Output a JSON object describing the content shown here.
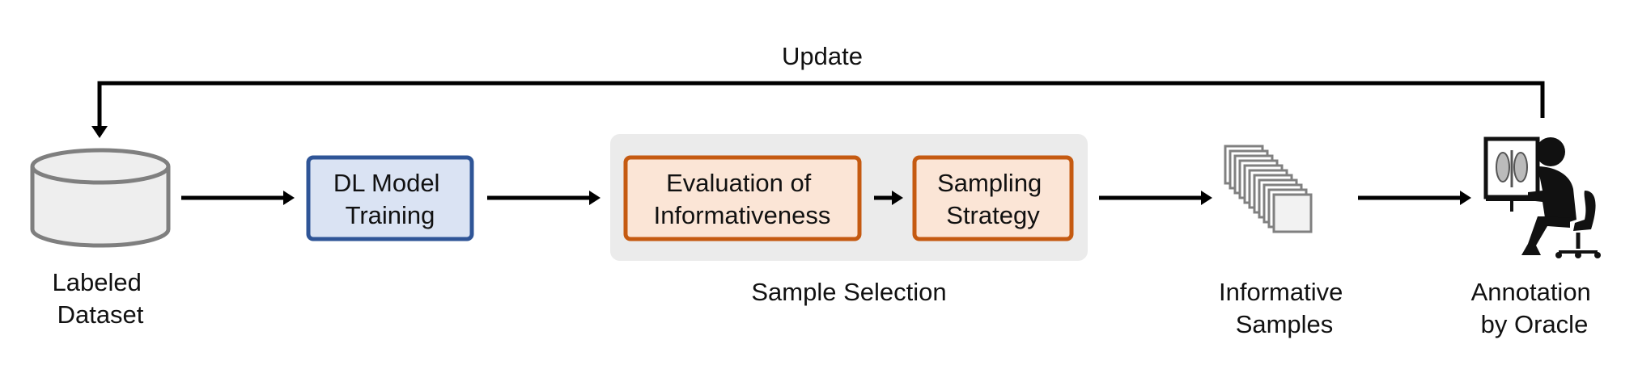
{
  "update_label": "Update",
  "dataset": {
    "line1": "Labeled",
    "line2": "Dataset"
  },
  "training": {
    "line1": "DL Model",
    "line2": "Training"
  },
  "sample_selection": {
    "label": "Sample Selection",
    "evaluation": {
      "line1": "Evaluation of",
      "line2": "Informativeness"
    },
    "strategy": {
      "line1": "Sampling",
      "line2": "Strategy"
    }
  },
  "informative_samples": {
    "line1": "Informative",
    "line2": "Samples"
  },
  "annotation": {
    "line1": "Annotation",
    "line2": "by Oracle"
  },
  "colors": {
    "training_fill": "#dae3f3",
    "training_stroke": "#2f5597",
    "selection_fill": "#fbe5d6",
    "selection_stroke": "#c55a11",
    "group_bg": "#ebebeb",
    "arrow": "#000000",
    "cylinder_fill": "#eeeeee",
    "cylinder_stroke": "#7f7f7f"
  },
  "icons": [
    "database-icon",
    "stacked-images-icon",
    "radiologist-at-monitor-icon"
  ]
}
